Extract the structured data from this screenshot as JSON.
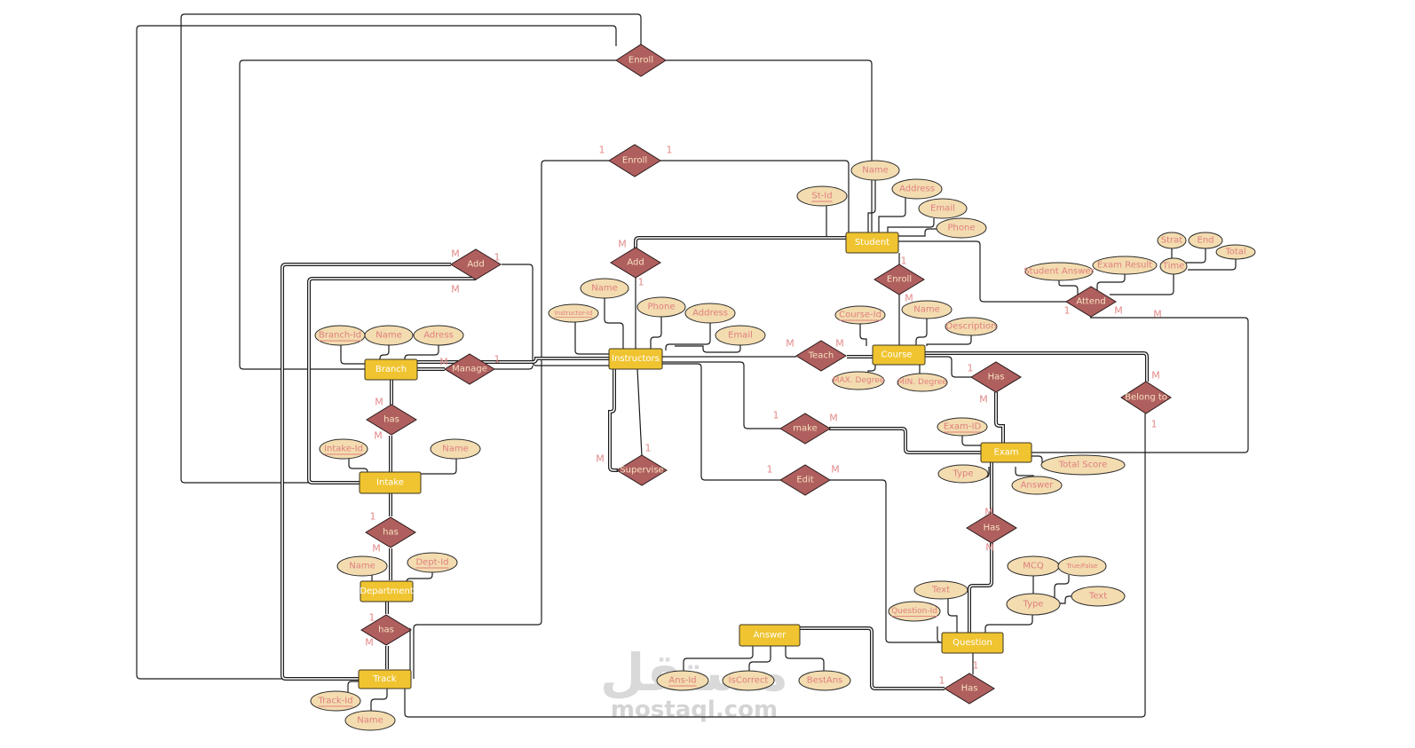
{
  "diagram": {
    "title": "University Examination System ER Diagram",
    "colors": {
      "entity_fill": "#f0c430",
      "relationship_fill": "#b05f5f",
      "attribute_fill": "#f3dcb0",
      "attribute_text": "#e07f7f",
      "cardinality_text": "#e38a8a"
    },
    "entities": [
      {
        "id": "student",
        "label": "Student"
      },
      {
        "id": "instructors",
        "label": "Instructors"
      },
      {
        "id": "course",
        "label": "Course"
      },
      {
        "id": "exam",
        "label": "Exam"
      },
      {
        "id": "question",
        "label": "Question"
      },
      {
        "id": "answer",
        "label": "Answer"
      },
      {
        "id": "branch",
        "label": "Branch"
      },
      {
        "id": "intake",
        "label": "Intake"
      },
      {
        "id": "department",
        "label": "Department"
      },
      {
        "id": "track",
        "label": "Track"
      }
    ],
    "relationships": [
      {
        "id": "enroll_top",
        "label": "Enroll"
      },
      {
        "id": "enroll_instr",
        "label": "Enroll"
      },
      {
        "id": "add_instr",
        "label": "Add"
      },
      {
        "id": "add_branch",
        "label": "Add"
      },
      {
        "id": "enroll_course",
        "label": "Enroll"
      },
      {
        "id": "attend",
        "label": "Attend"
      },
      {
        "id": "manage",
        "label": "Manage"
      },
      {
        "id": "teach",
        "label": "Teach"
      },
      {
        "id": "has_course_exam",
        "label": "Has"
      },
      {
        "id": "belong_to",
        "label": "Belong to"
      },
      {
        "id": "has_branch_intake",
        "label": "has"
      },
      {
        "id": "make",
        "label": "make"
      },
      {
        "id": "supervise",
        "label": "Supervise"
      },
      {
        "id": "edit",
        "label": "Edit"
      },
      {
        "id": "has_intake_dept",
        "label": "has"
      },
      {
        "id": "has_exam_question",
        "label": "Has"
      },
      {
        "id": "has_dept_track",
        "label": "has"
      },
      {
        "id": "has_question_answer",
        "label": "Has"
      }
    ],
    "attributes": [
      {
        "id": "st_name",
        "label": "Name",
        "key": false
      },
      {
        "id": "st_id",
        "label": "St-Id",
        "key": true
      },
      {
        "id": "st_address",
        "label": "Address",
        "key": false
      },
      {
        "id": "st_email",
        "label": "Email",
        "key": false
      },
      {
        "id": "st_phone",
        "label": "Phone",
        "key": false
      },
      {
        "id": "at_student_answer",
        "label": "Student Answer",
        "key": false
      },
      {
        "id": "at_exam_result",
        "label": "Exam Result",
        "key": false
      },
      {
        "id": "at_time",
        "label": "Time",
        "key": false
      },
      {
        "id": "at_start",
        "label": "Strat",
        "key": false
      },
      {
        "id": "at_end",
        "label": "End",
        "key": false
      },
      {
        "id": "at_total",
        "label": "Total",
        "key": false
      },
      {
        "id": "in_id",
        "label": "Instructor-Id",
        "key": true
      },
      {
        "id": "in_name",
        "label": "Name",
        "key": false
      },
      {
        "id": "in_phone",
        "label": "Phone",
        "key": false
      },
      {
        "id": "in_address",
        "label": "Address",
        "key": false
      },
      {
        "id": "in_email",
        "label": "Email",
        "key": false
      },
      {
        "id": "co_id",
        "label": "Course-Id",
        "key": true
      },
      {
        "id": "co_name",
        "label": "Name",
        "key": false
      },
      {
        "id": "co_desc",
        "label": "Description",
        "key": false
      },
      {
        "id": "co_max",
        "label": "MAX. Degree",
        "key": false
      },
      {
        "id": "co_min",
        "label": "MIN. Degree",
        "key": false
      },
      {
        "id": "ex_id",
        "label": "Exam-ID",
        "key": true
      },
      {
        "id": "ex_type",
        "label": "Type",
        "key": false
      },
      {
        "id": "ex_answer",
        "label": "Answer",
        "key": false
      },
      {
        "id": "ex_total",
        "label": "Total Score",
        "key": false
      },
      {
        "id": "qu_text",
        "label": "Text",
        "key": false
      },
      {
        "id": "qu_id",
        "label": "Question-Id",
        "key": true
      },
      {
        "id": "qu_type",
        "label": "Type",
        "key": false
      },
      {
        "id": "qu_mcq",
        "label": "MCQ",
        "key": false
      },
      {
        "id": "qu_tf",
        "label": "True/False",
        "key": false
      },
      {
        "id": "qu_ttext",
        "label": "Text",
        "key": false
      },
      {
        "id": "an_id",
        "label": "Ans-Id",
        "key": true
      },
      {
        "id": "an_correct",
        "label": "IsCorrect",
        "key": false
      },
      {
        "id": "an_best",
        "label": "BestAns",
        "key": false
      },
      {
        "id": "br_id",
        "label": "Branch-Id",
        "key": true
      },
      {
        "id": "br_name",
        "label": "Name",
        "key": false
      },
      {
        "id": "br_address",
        "label": "Adress",
        "key": false
      },
      {
        "id": "ik_id",
        "label": "Intake-Id",
        "key": true
      },
      {
        "id": "ik_name",
        "label": "Name",
        "key": false
      },
      {
        "id": "dp_name",
        "label": "Name",
        "key": false
      },
      {
        "id": "dp_id",
        "label": "Dept-Id",
        "key": true
      },
      {
        "id": "tr_id",
        "label": "Track-Id",
        "key": true
      },
      {
        "id": "tr_name",
        "label": "Name",
        "key": false
      }
    ],
    "cardinalities": [
      {
        "id": "c_enroll_instr_l",
        "label": "1"
      },
      {
        "id": "c_enroll_instr_r",
        "label": "1"
      },
      {
        "id": "c_add_instr_m",
        "label": "M"
      },
      {
        "id": "c_add_instr_1",
        "label": "1"
      },
      {
        "id": "c_add_branch_m1",
        "label": "M"
      },
      {
        "id": "c_add_branch_1",
        "label": "1"
      },
      {
        "id": "c_add_branch_m2",
        "label": "M"
      },
      {
        "id": "c_enroll_course_1",
        "label": "1"
      },
      {
        "id": "c_enroll_course_m",
        "label": "M"
      },
      {
        "id": "c_attend_1",
        "label": "1"
      },
      {
        "id": "c_attend_m",
        "label": "M"
      },
      {
        "id": "c_manage_m",
        "label": "M"
      },
      {
        "id": "c_manage_1",
        "label": "1"
      },
      {
        "id": "c_teach_m1",
        "label": "M"
      },
      {
        "id": "c_teach_m2",
        "label": "M"
      },
      {
        "id": "c_has_ce_1",
        "label": "1"
      },
      {
        "id": "c_has_ce_m",
        "label": "M"
      },
      {
        "id": "c_belong_m",
        "label": "M"
      },
      {
        "id": "c_belong_1",
        "label": "1"
      },
      {
        "id": "c_belong_top_m",
        "label": "M"
      },
      {
        "id": "c_has_bi_m1",
        "label": "M"
      },
      {
        "id": "c_has_bi_m2",
        "label": "M"
      },
      {
        "id": "c_make_1",
        "label": "1"
      },
      {
        "id": "c_make_m",
        "label": "M"
      },
      {
        "id": "c_supervise_m",
        "label": "M"
      },
      {
        "id": "c_supervise_1",
        "label": "1"
      },
      {
        "id": "c_edit_1",
        "label": "1"
      },
      {
        "id": "c_edit_m",
        "label": "M"
      },
      {
        "id": "c_has_id_1",
        "label": "1"
      },
      {
        "id": "c_has_id_m",
        "label": "M"
      },
      {
        "id": "c_has_eq_m1",
        "label": "M"
      },
      {
        "id": "c_has_eq_m2",
        "label": "M"
      },
      {
        "id": "c_has_dt_1",
        "label": "1"
      },
      {
        "id": "c_has_dt_m",
        "label": "M"
      },
      {
        "id": "c_has_qa_1a",
        "label": "1"
      },
      {
        "id": "c_has_qa_1b",
        "label": "1"
      }
    ]
  },
  "watermark": {
    "logo_text": "مستقل",
    "site": "mostaql.com"
  }
}
